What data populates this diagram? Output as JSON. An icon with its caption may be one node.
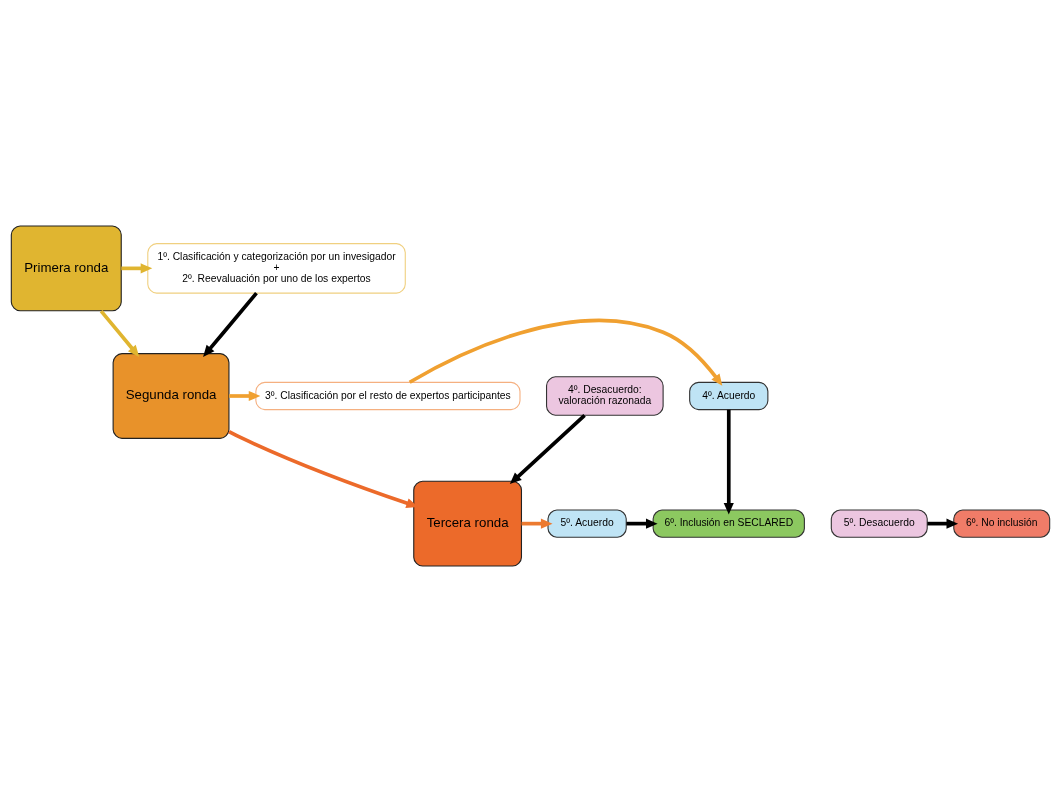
{
  "diagram": {
    "nodes": [
      {
        "text": [
          "Primera ronda"
        ]
      },
      {
        "text": [
          "1º. Clasificación y categorización por un invesigador",
          "+",
          "2º. Reevaluación por uno de los expertos"
        ]
      },
      {
        "text": [
          "Segunda ronda"
        ]
      },
      {
        "text": [
          "3º. Clasificación por el resto de expertos participantes"
        ]
      },
      {
        "text": [
          "4º. Acuerdo"
        ]
      },
      {
        "text": [
          "4º. Desacuerdo:",
          "valoración razonada"
        ]
      },
      {
        "text": [
          "Tercera ronda"
        ]
      },
      {
        "text": [
          "5º. Acuerdo"
        ]
      },
      {
        "text": [
          "5º. Desacuerdo"
        ]
      },
      {
        "text": [
          "6º. Inclusión en SECLARED"
        ]
      },
      {
        "text": [
          "6º. No inclusión"
        ]
      }
    ],
    "edges": [
      {
        "from": 0,
        "to": 1,
        "arrow": "to",
        "color": "#e0b530"
      },
      {
        "from": 0,
        "to": 2,
        "arrow": "to",
        "color": "#e0b530"
      },
      {
        "from": 1,
        "to": 2,
        "arrow": "to"
      },
      {
        "from": 2,
        "to": 3,
        "arrow": "to",
        "color": "#f0a030"
      },
      {
        "from": 2,
        "to": 6,
        "arrow": "to",
        "color": "#ec6a2a"
      },
      {
        "from": 3,
        "to": 4,
        "arrow": "to",
        "color": "#f0a030"
      },
      {
        "from": 4,
        "to": 9,
        "arrow": "to"
      },
      {
        "from": 5,
        "to": 6,
        "arrow": "to"
      },
      {
        "from": 6,
        "to": 7,
        "arrow": "to",
        "color": "#ec7a30"
      },
      {
        "from": 7,
        "to": 9,
        "arrow": "to"
      },
      {
        "from": 8,
        "to": 10,
        "arrow": "to"
      }
    ]
  }
}
